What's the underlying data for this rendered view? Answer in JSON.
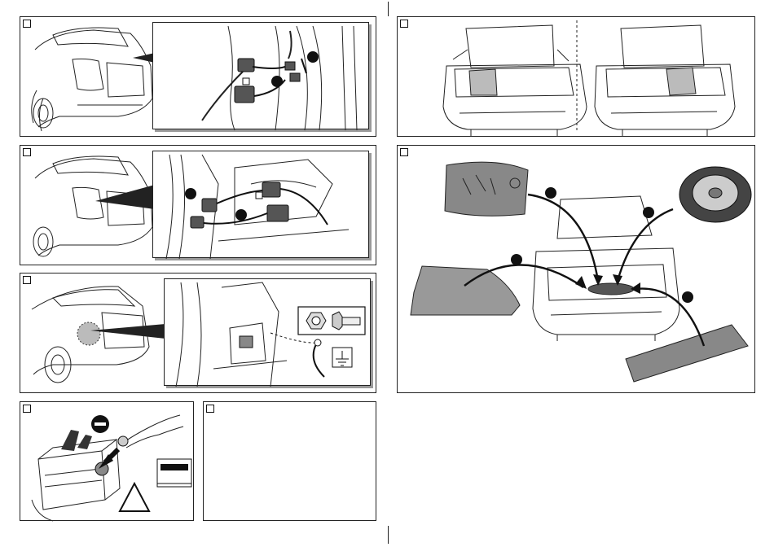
{
  "document": {
    "type": "installation-instructions",
    "steps": [
      {
        "id": "step-1",
        "content": "wiring-connector-left-rear"
      },
      {
        "id": "step-2",
        "content": "wiring-connector-right-rear"
      },
      {
        "id": "step-3",
        "content": "ground-bolt-connection"
      },
      {
        "id": "step-4",
        "content": "battery-disconnect-warning"
      },
      {
        "id": "step-5",
        "content": "blank-notes"
      },
      {
        "id": "step-6",
        "content": "trunk-side-panels"
      },
      {
        "id": "step-7",
        "content": "trunk-floor-components"
      }
    ]
  },
  "colors": {
    "line": "#222222",
    "grey_fill": "#9a9a9a",
    "dark_fill": "#555555",
    "light_fill": "#c8c8c8"
  },
  "icons": [
    "battery-minus-icon",
    "warning-triangle-icon",
    "ground-symbol-icon",
    "nut-icon",
    "bolt-icon"
  ]
}
